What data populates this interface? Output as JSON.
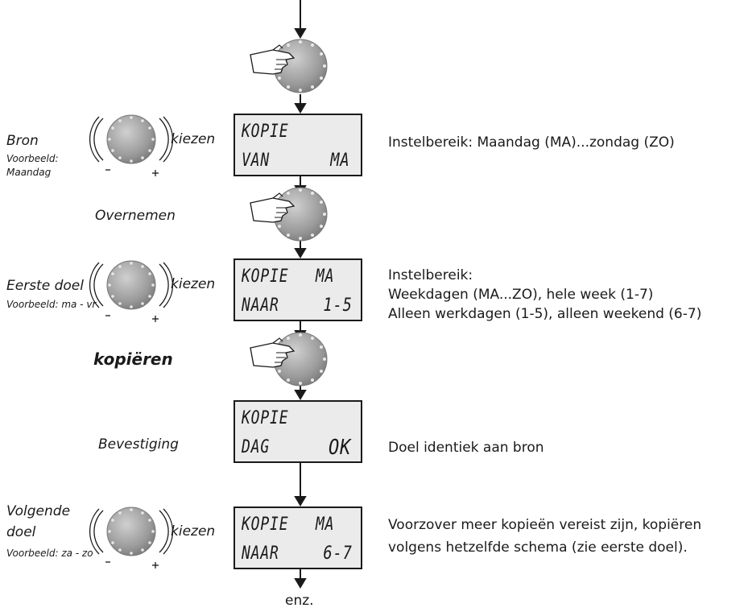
{
  "steps": {
    "bron": {
      "label": "Bron",
      "example_label": "Voorbeeld:",
      "example_value": "Maandag",
      "action": "kiezen",
      "lcd": {
        "line1": "KOPIE",
        "line2_left": "VAN",
        "line2_right": "MA"
      },
      "description": "Instelbereik:  Maandag (MA)...zondag (ZO)"
    },
    "overnemen": {
      "label": "Overnemen"
    },
    "eerste_doel": {
      "label": "Eerste doel",
      "example": "Voorbeeld: ma - vr",
      "action": "kiezen",
      "lcd": {
        "line1": "KOPIE",
        "line1_right": "MA",
        "line2_left": "NAAR",
        "line2_right": "1-5"
      },
      "description": [
        "Instelbereik:",
        "Weekdagen (MA...ZO), hele week (1-7)",
        "Alleen werkdagen (1-5), alleen weekend  (6-7)"
      ]
    },
    "kopieren": {
      "label": "kopiëren"
    },
    "bevestiging": {
      "label": "Bevestiging",
      "lcd": {
        "line1": "KOPIE",
        "line2_left": "DAG",
        "line2_right": "OK"
      },
      "description": "Doel identiek aan bron"
    },
    "volgende_doel": {
      "label_line1": "Volgende",
      "label_line2": "doel",
      "example": "Voorbeeld: za - zo",
      "action": "kiezen",
      "lcd": {
        "line1": "KOPIE",
        "line1_right": "MA",
        "line2_left": "NAAR",
        "line2_right": "6-7"
      },
      "description": [
        "Voorzover meer kopieën vereist zijn, kopiëren",
        "volgens hetzelfde schema (zie eerste doel)."
      ]
    }
  },
  "footer": {
    "end_label": "enz."
  },
  "colors": {
    "knob": "#9a9a9a",
    "lcd_bg": "#ebebeb",
    "line": "#1a1a1a"
  },
  "icons": [
    "press-knob-icon",
    "rotary-knob-icon",
    "flow-arrow-icon"
  ]
}
